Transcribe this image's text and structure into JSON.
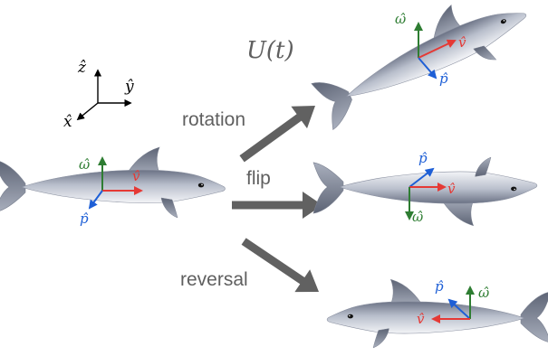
{
  "title": "U(t)",
  "axes_key": {
    "z": "ẑ",
    "y": "ŷ",
    "x": "x̂"
  },
  "vector_labels": {
    "omega": "ω̂",
    "v": "v̂",
    "p": "p̂"
  },
  "transforms": [
    {
      "id": "rotation",
      "label": "rotation"
    },
    {
      "id": "flip",
      "label": "flip"
    },
    {
      "id": "reversal",
      "label": "reversal"
    }
  ],
  "colors": {
    "omega": "#2e7d32",
    "v": "#e53935",
    "p": "#1e5fd6",
    "arrow": "#616161",
    "text": "#5f5f5f"
  }
}
